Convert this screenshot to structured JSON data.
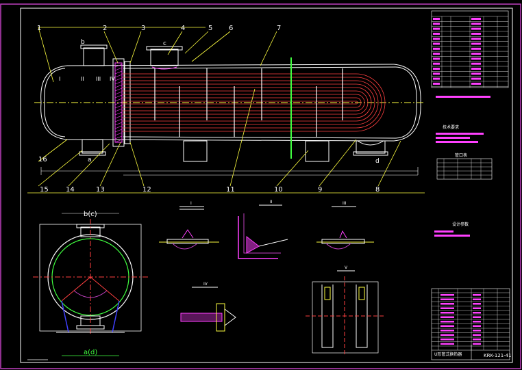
{
  "colors": {
    "background": "#000000",
    "frame": "#ffffff",
    "magenta": "#c040c0",
    "vessel": "#ffffff",
    "tubes_red": "#ff4040",
    "leader_yellow": "#ffff40",
    "green": "#40ff40",
    "blue": "#4040ff",
    "pink": "#ff40ff",
    "hatch": "#ff40ff"
  },
  "part_numbers_top": [
    "1",
    "2",
    "3",
    "4",
    "5",
    "6",
    "7"
  ],
  "part_numbers_bottom": [
    "15",
    "14",
    "13",
    "12",
    "11",
    "10",
    "9",
    "8"
  ],
  "part_number_left": "16",
  "nozzle_labels": {
    "b": "b",
    "c": "c",
    "d": "d",
    "a": "a",
    "roman_I": "I",
    "roman_II": "II",
    "roman_III": "III",
    "roman_IV": "IV"
  },
  "section_view": {
    "top_label": "b(c)",
    "bottom_label": "a(d)"
  },
  "detail_labels": {
    "d1_mark": "I",
    "d2_mark": "II",
    "d3_mark": "III",
    "d4_mark": "IV",
    "d5_mark": "V"
  },
  "title_block": {
    "drawing_number": "KRK-121-41",
    "title_text": "U形管式换热器"
  },
  "notes_heading": "技术要求",
  "table2_heading": "管口表",
  "middle_note_heading": "设计参数"
}
